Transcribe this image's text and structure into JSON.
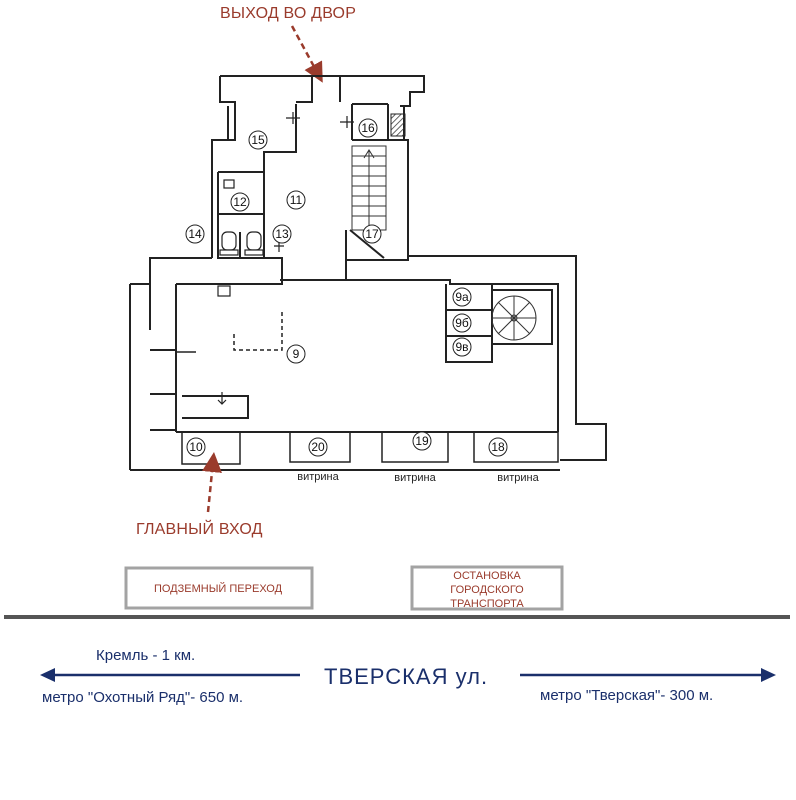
{
  "labels": {
    "exit_yard": "ВЫХОД ВО ДВОР",
    "main_entrance": "ГЛАВНЫЙ ВХОД",
    "showcase": "витрина",
    "underpass": "ПОДЗЕМНЫЙ ПЕРЕХОД",
    "bus_stop_line1": "ОСТАНОВКА",
    "bus_stop_line2": "ГОРОДСКОГО",
    "bus_stop_line3": "ТРАНСПОРТА",
    "street": "ТВЕРСКАЯ ул.",
    "kremlin": "Кремль  - 1 км.",
    "metro_left": "метро \"Охотный Ряд\"- 650 м.",
    "metro_right": "метро \"Тверская\"- 300 м."
  },
  "rooms": {
    "r9": "9",
    "r9a": "9а",
    "r9b": "9б",
    "r9v": "9в",
    "r10": "10",
    "r11": "11",
    "r12": "12",
    "r13": "13",
    "r14": "14",
    "r15": "15",
    "r16": "16",
    "r17": "17",
    "r18": "18",
    "r19": "19",
    "r20": "20"
  },
  "colors": {
    "accent_red": "#9a3b2c",
    "navy": "#1a2f6b",
    "wall": "#222222",
    "box_border": "#9a9a9a",
    "road": "#555555"
  }
}
